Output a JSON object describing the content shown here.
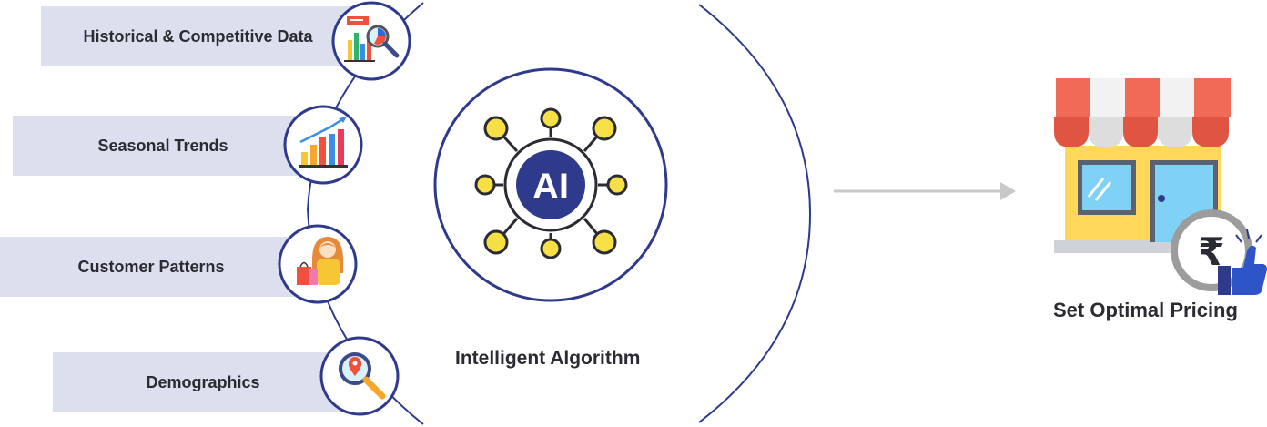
{
  "inputs": [
    {
      "label": "Historical & Competitive Data",
      "icon": "bar-chart-magnifier-icon"
    },
    {
      "label": "Seasonal Trends",
      "icon": "rising-bar-chart-icon"
    },
    {
      "label": "Customer Patterns",
      "icon": "shopper-with-bags-icon"
    },
    {
      "label": "Demographics",
      "icon": "location-magnifier-icon"
    }
  ],
  "center": {
    "ai_text": "AI",
    "caption": "Intelligent Algorithm",
    "icon": "ai-network-icon"
  },
  "output": {
    "caption": "Set Optimal Pricing",
    "rupee": "₹",
    "icons": [
      "storefront-icon",
      "rupee-thumbs-up-icon"
    ]
  },
  "colors": {
    "navy": "#2e3a8c",
    "label_bg": "#dcdfee",
    "yellow": "#f6e046",
    "arrow": "#c8c8c8",
    "awning_red": "#f06a55",
    "shop_yellow": "#ffd75a",
    "window_blue": "#7fd1f5"
  }
}
